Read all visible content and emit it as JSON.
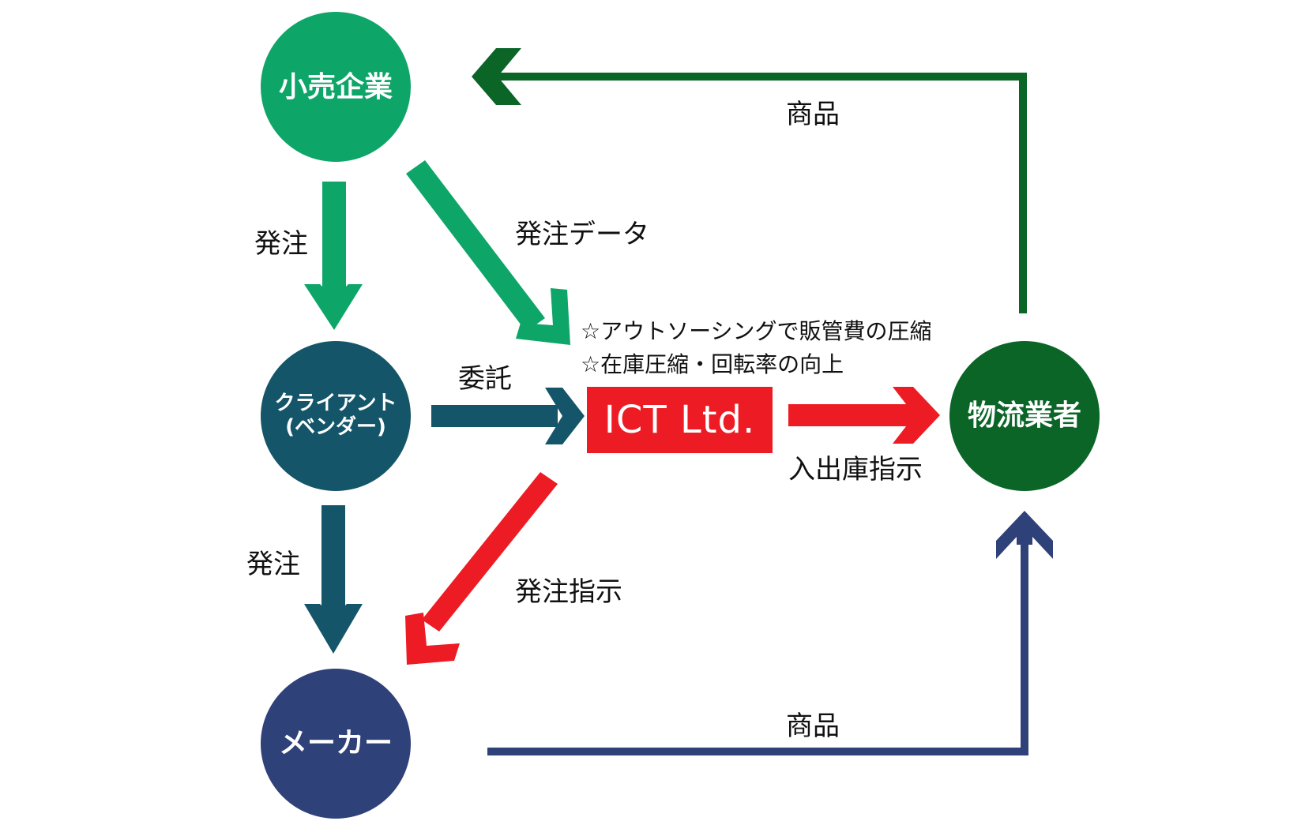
{
  "nodes": {
    "retail": "小売企業",
    "client_line1": "クライアント",
    "client_line2": "(ベンダー)",
    "maker": "メーカー",
    "logistics": "物流業者",
    "ict": "ICT Ltd."
  },
  "labels": {
    "order_retail_client": "発注",
    "order_data": "発注データ",
    "consign": "委託",
    "order_client_maker": "発注",
    "order_instruction": "発注指示",
    "inout_instruction": "入出庫指示",
    "goods_top": "商品",
    "goods_bottom": "商品"
  },
  "notes": {
    "benefit1": "☆アウトソーシングで販管費の圧縮",
    "benefit2": "☆在庫圧縮・回転率の向上"
  },
  "colors": {
    "retail": "#0ea568",
    "client": "#145569",
    "maker": "#2f4179",
    "logistics": "#0a6527",
    "ict": "#ed1c24"
  }
}
